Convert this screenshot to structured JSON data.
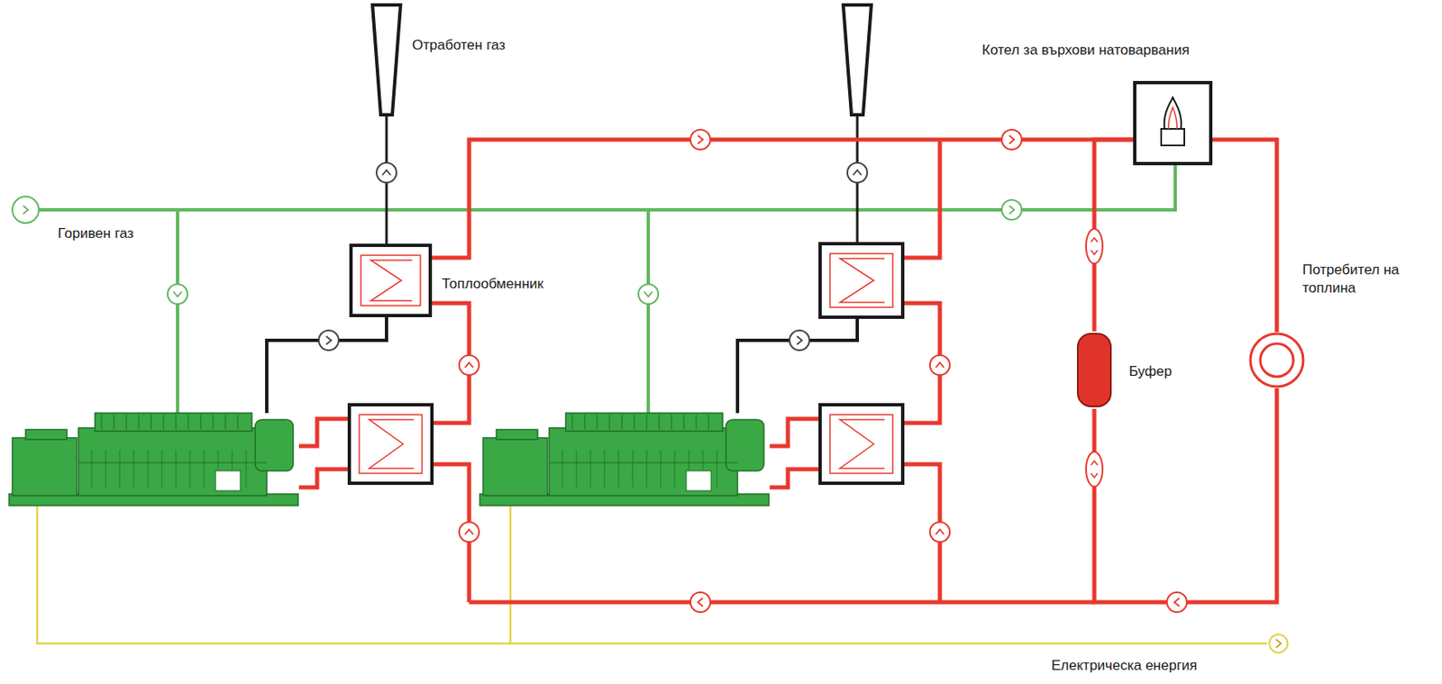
{
  "diagram": {
    "nodes": [
      {
        "text": [
          "Котел за върхови натоварвания"
        ]
      },
      {
        "text": [
          "Топлообменник"
        ]
      },
      {
        "text": [
          "Буфер"
        ]
      },
      {
        "text": [
          "Потребител на топлина"
        ]
      }
    ],
    "edges": [
      {
        "from": 1,
        "to": 0,
        "arrow": "none"
      },
      {
        "from": 2,
        "to": 0,
        "arrow": "none"
      },
      {
        "from": 0,
        "to": 3,
        "arrow": "none"
      },
      {
        "from": 3,
        "to": 2,
        "arrow": "none"
      }
    ],
    "labels": [
      "Отработен газ",
      "Горивен газ",
      "Електрическа енергия"
    ]
  }
}
